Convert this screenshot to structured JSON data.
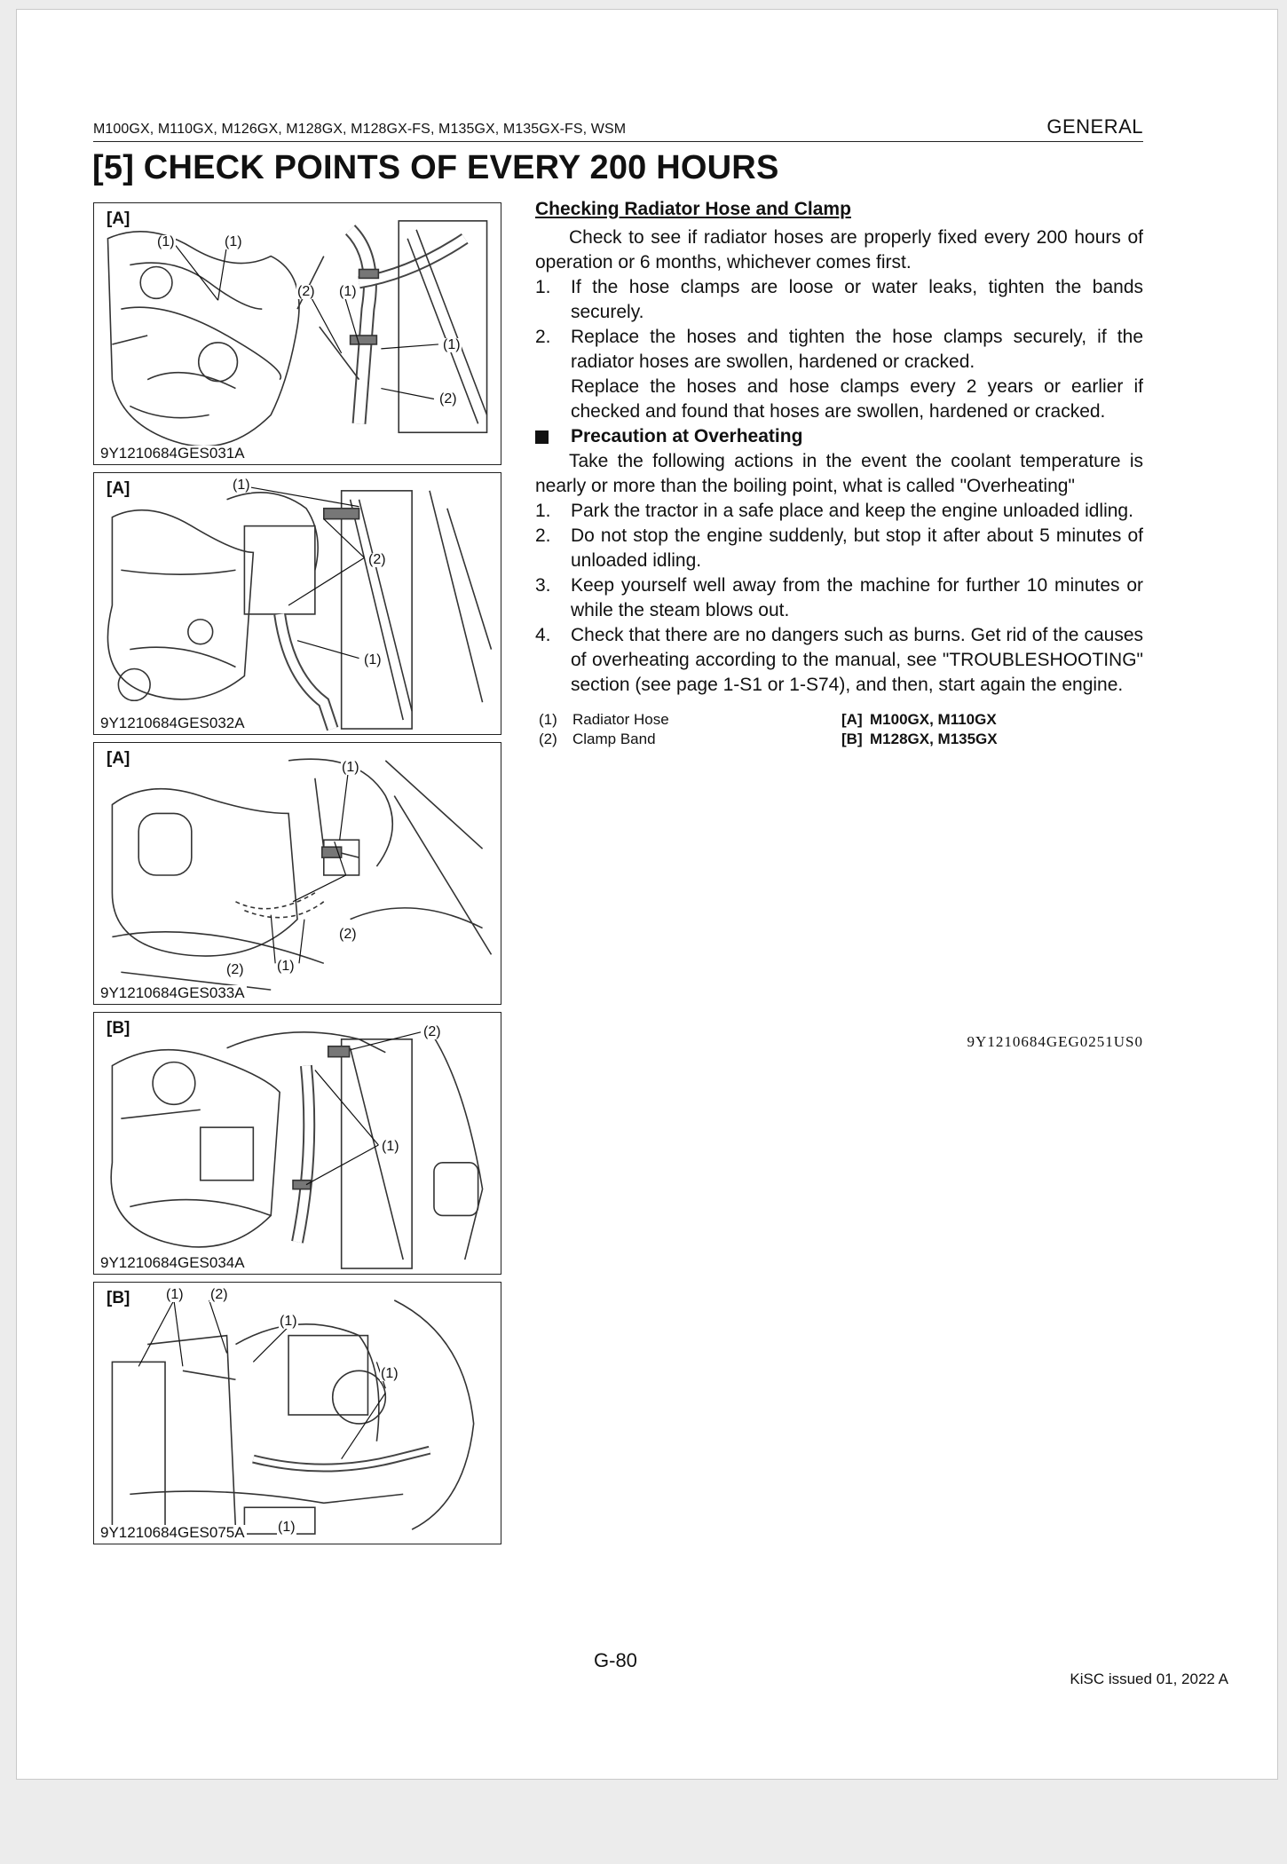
{
  "header": {
    "models": "M100GX, M110GX, M126GX, M128GX, M128GX-FS, M135GX, M135GX-FS, WSM",
    "section": "GENERAL"
  },
  "title": "[5]  CHECK POINTS OF EVERY 200 HOURS",
  "figures": [
    {
      "tag": "[A]",
      "id": "9Y1210684GES031A",
      "callouts": [
        "(1)",
        "(1)",
        "(2)",
        "(1)",
        "(1)",
        "(2)"
      ]
    },
    {
      "tag": "[A]",
      "id": "9Y1210684GES032A",
      "callouts": [
        "(1)",
        "(2)",
        "(1)"
      ]
    },
    {
      "tag": "[A]",
      "id": "9Y1210684GES033A",
      "callouts": [
        "(1)",
        "(2)",
        "(2)",
        "(1)"
      ]
    },
    {
      "tag": "[B]",
      "id": "9Y1210684GES034A",
      "callouts": [
        "(2)",
        "(1)"
      ]
    },
    {
      "tag": "[B]",
      "id": "9Y1210684GES075A",
      "callouts": [
        "(1)",
        "(2)",
        "(1)",
        "(1)",
        "(1)"
      ]
    }
  ],
  "section": {
    "heading": "Checking Radiator Hose and Clamp",
    "intro": "Check to see if radiator hoses are properly fixed every 200 hours of operation or 6 months, whichever comes first.",
    "steps": [
      {
        "num": "1.",
        "text": "If the hose clamps are loose or water leaks, tighten the bands securely."
      },
      {
        "num": "2.",
        "text": "Replace the hoses and tighten the hose clamps securely, if the radiator hoses are swollen, hardened or cracked.",
        "extra": "Replace the hoses and hose clamps every 2 years or earlier if checked and found that hoses are swollen, hardened or cracked."
      }
    ],
    "precaution": {
      "title": "Precaution at Overheating",
      "intro": "Take the following actions in the event the coolant temperature is nearly or more than the boiling point, what is called \"Overheating\"",
      "steps": [
        {
          "num": "1.",
          "text": "Park the tractor in a safe place and keep the engine unloaded idling."
        },
        {
          "num": "2.",
          "text": "Do not stop the engine suddenly, but stop it after about 5 minutes of unloaded idling."
        },
        {
          "num": "3.",
          "text": "Keep yourself well away from the machine for further 10 minutes or while the steam blows out."
        },
        {
          "num": "4.",
          "text": "Check that there are no dangers such as burns. Get rid of the causes of overheating according to the manual, see \"TROUBLESHOOTING\" section (see page 1-S1 or 1-S74), and then, start again the engine."
        }
      ]
    },
    "legend_parts": [
      {
        "num": "(1)",
        "label": "Radiator Hose"
      },
      {
        "num": "(2)",
        "label": "Clamp Band"
      }
    ],
    "legend_models": [
      {
        "tag": "[A]",
        "label": "M100GX, M110GX"
      },
      {
        "tag": "[B]",
        "label": "M128GX, M135GX"
      }
    ],
    "doc_code": "9Y1210684GEG0251US0"
  },
  "footer": {
    "page_number": "G-80",
    "issue": "KiSC issued 01, 2022 A"
  }
}
